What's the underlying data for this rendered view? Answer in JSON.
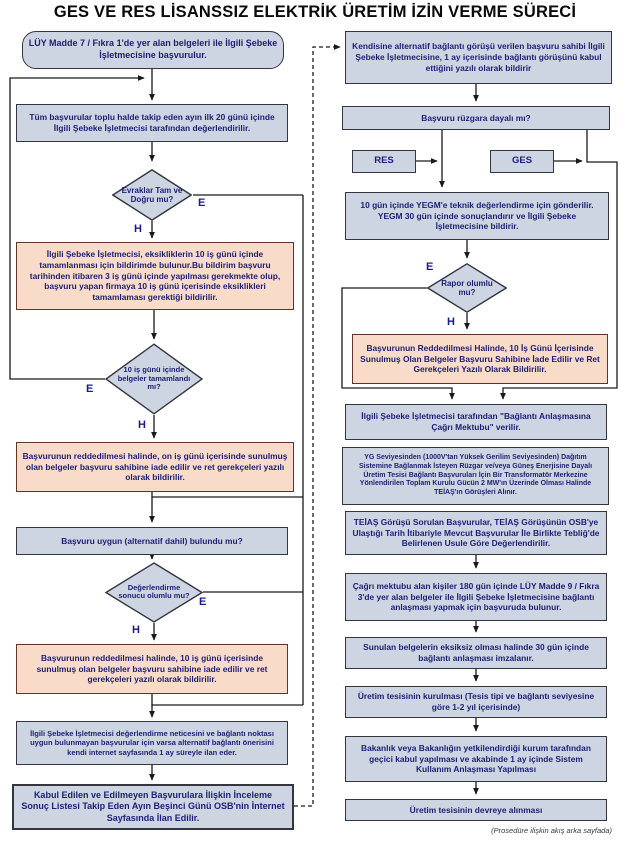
{
  "title": "GES VE RES LİSANSSIZ ELEKTRİK ÜRETİM İZİN VERME SÜRECİ",
  "footer_note": "(Prosedüre ilişkin akış arka sayfada)",
  "edge_labels": {
    "yes": "E",
    "no": "H"
  },
  "colors": {
    "box_fill": "#cdd5e3",
    "alert_fill": "#f8dcc9",
    "box_border": "#35353f",
    "alert_border": "#5e342a",
    "text": "#1d1d75",
    "edge_label": "#1b1b8c",
    "line": "#1a1a1a"
  },
  "nodes": {
    "l1": {
      "text": "LÜY Madde 7 / Fıkra 1'de yer alan belgeleri ile İlgili Şebeke İşletmecisine başvurulur."
    },
    "l2": {
      "text": "Tüm başvurular toplu halde takip eden ayın ilk 20 günü içinde İlgili Şebeke İşletmecisi tarafından değerlendirilir."
    },
    "d1": {
      "text": "Evraklar Tam ve Doğru mu?"
    },
    "l3": {
      "text": "İlgili Şebeke İşletmecisi, eksikliklerin 10 iş günü içinde tamamlanması için bildirimde bulunur.Bu bildirim başvuru tarihinden itibaren 3 iş günü içinde yapılması gerekmekte olup, başvuru yapan firmaya 10 iş günü içerisinde eksiklikleri tamamlaması gerektiği bildirilir."
    },
    "d2": {
      "text": "10 iş günü içinde belgeler tamamlandı mı?"
    },
    "l4": {
      "text": "Başvurunun reddedilmesi halinde, on iş günü içerisinde sunulmuş olan belgeler başvuru sahibine iade edilir ve ret gerekçeleri yazılı olarak bildirilir."
    },
    "l5": {
      "text": "Başvuru uygun (alternatif dahil) bulundu mu?"
    },
    "d3": {
      "text": "Değerlendirme sonucu olumlu mu?"
    },
    "l6": {
      "text": "Başvurunun reddedilmesi halinde, 10 iş günü içerisinde sunulmuş olan belgeler başvuru sahibine iade edilir ve ret gerekçeleri yazılı olarak bildirilir."
    },
    "l7": {
      "text": "İlgili Şebeke İşletmecisi değerlendirme neticesini ve bağlantı noktası uygun bulunmayan başvurular için varsa alternatif bağlantı önerisini kendi internet sayfasında 1 ay süreyle ilan eder."
    },
    "l8": {
      "text": "Kabul Edilen ve Edilmeyen Başvurulara İlişkin İnceleme Sonuç Listesi Takip Eden Ayın Beşinci Günü OSB'nin İnternet Sayfasında İlan Edilir."
    },
    "r1": {
      "text": "Kendisine alternatif bağlantı görüşü verilen başvuru sahibi İlgili Şebeke İşletmecisine, 1 ay içerisinde bağlantı görüşünü kabul ettiğini yazılı olarak bildirir"
    },
    "r2": {
      "text": "Başvuru rüzgara dayalı mı?"
    },
    "res": {
      "text": "RES"
    },
    "ges": {
      "text": "GES"
    },
    "r3": {
      "text": "10 gün içinde YEGM'e teknik değerlendirme için gönderilir. YEGM 30 gün içinde sonuçlandırır ve İlgili Şebeke İşletmecisine bildirir."
    },
    "d4": {
      "text": "Rapor olumlu mu?"
    },
    "r4": {
      "text": "Başvurunun Reddedilmesi Halinde, 10 İş Günü İçerisinde Sunulmuş Olan Belgeler Başvuru Sahibine İade Edilir ve Ret Gerekçeleri Yazılı Olarak Bildirilir."
    },
    "r5": {
      "text": "İlgili Şebeke İşletmecisi tarafından \"Bağlantı Anlaşmasına Çağrı Mektubu\" verilir."
    },
    "r6": {
      "text": "YG Seviyesinden (1000V'tan Yüksek Gerilim Seviyesinden) Dağıtım Sistemine Bağlanmak İsteyen Rüzgar ve/veya Güneş Enerjisine Dayalı Üretim Tesisi Bağlantı Başvuruları İçin Bir Transformatör Merkezine Yönlendirilen Toplam Kurulu Gücün 2 MW'ın Üzerinde Olması Halinde TEİAŞ'ın Görüşleri Alınır."
    },
    "r7": {
      "text": "TEİAŞ Görüşü Sorulan Başvurular, TEİAŞ Görüşünün OSB'ye Ulaştığı Tarih İtibariyle Mevcut Başvurular İle Birlikte Tebliğ'de Belirlenen Usule Göre Değerlendirilir."
    },
    "r8": {
      "text": "Çağrı mektubu alan kişiler 180 gün içinde LÜY Madde 9 / Fıkra 3'de yer alan belgeler ile İlgili Şebeke İşletmecisine bağlantı anlaşması yapmak için başvuruda bulunur."
    },
    "r9": {
      "text": "Sunulan belgelerin eksiksiz olması halinde 30 gün içinde bağlantı anlaşması imzalanır."
    },
    "r10": {
      "text": "Üretim tesisinin kurulması (Tesis tipi ve bağlantı seviyesine göre 1-2 yıl içerisinde)"
    },
    "r11": {
      "text": "Bakanlık veya Bakanlığın yetkilendirdiği kurum tarafından geçici kabul yapılması ve akabinde 1 ay içinde Sistem Kullanım Anlaşması Yapılması"
    },
    "r12": {
      "text": "Üretim tesisinin devreye alınması"
    }
  }
}
